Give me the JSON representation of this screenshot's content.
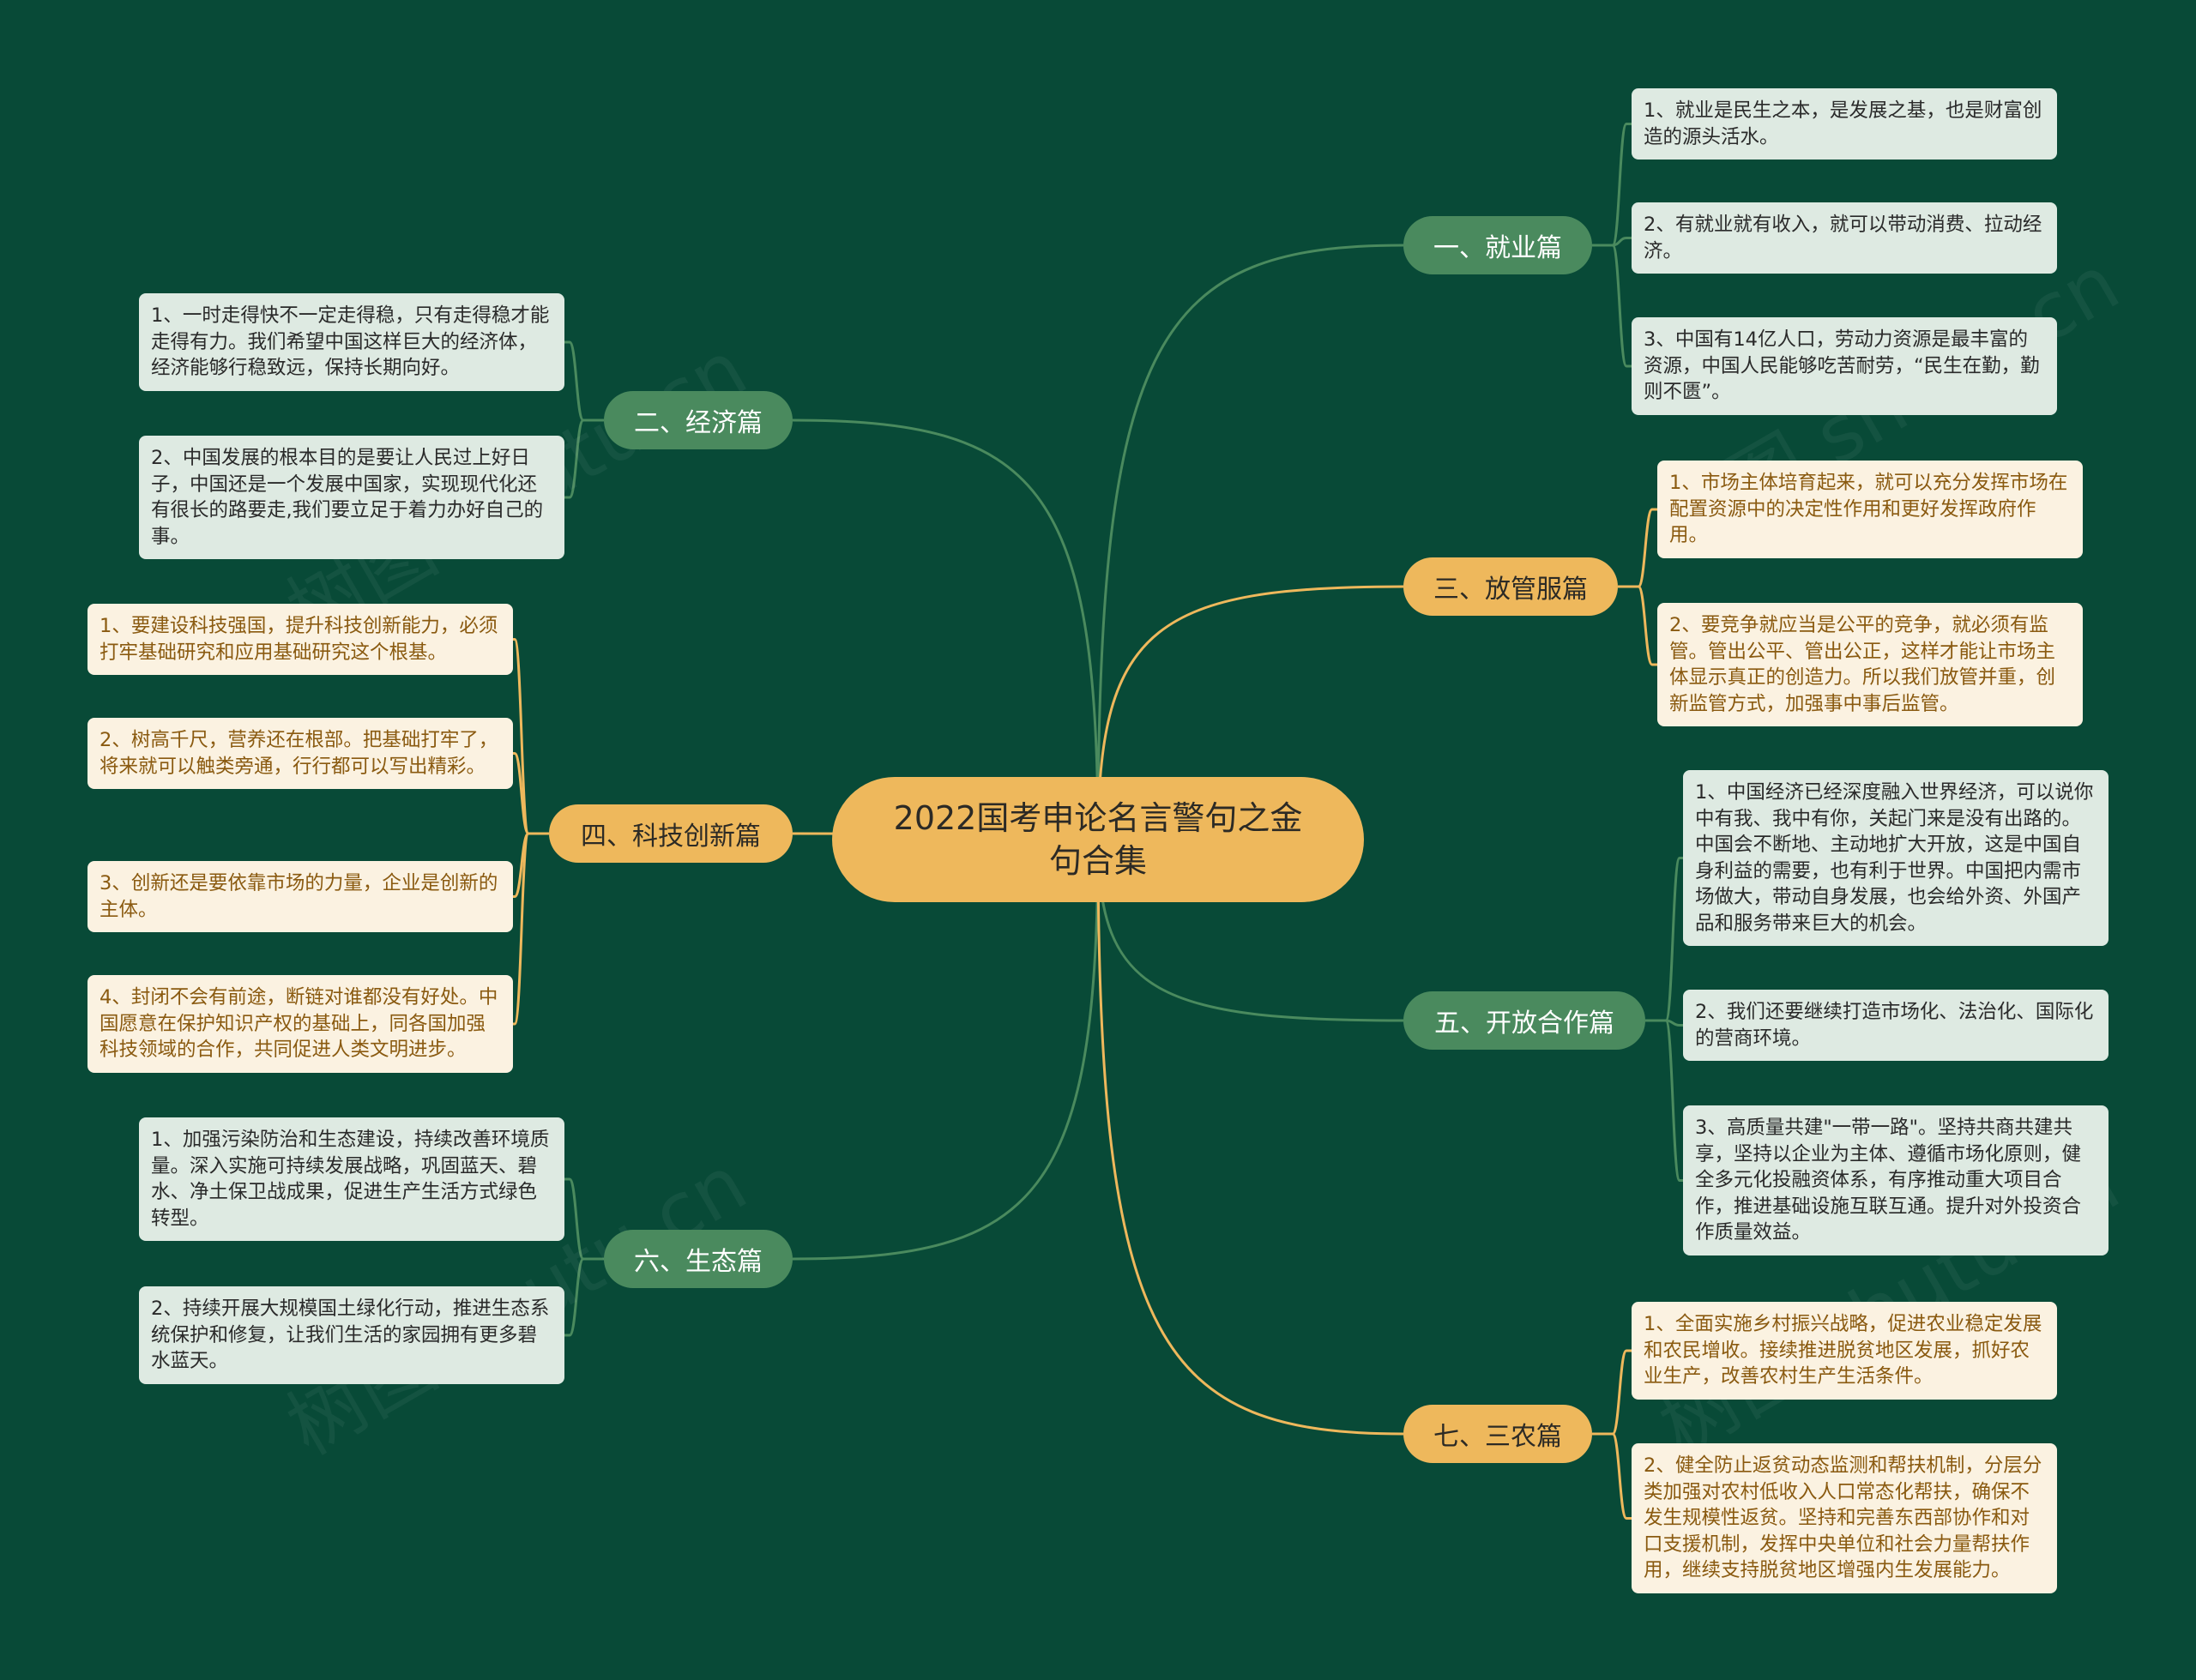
{
  "colors": {
    "background": "#084a37",
    "center": "#eeb85c",
    "branch_green": "#4a8a5e",
    "branch_gold": "#eeb85c",
    "leaf_green": "#deeae2",
    "leaf_gold": "#fbf2e1",
    "edge_green": "#4a8a5e",
    "edge_gold": "#eeb85c"
  },
  "center": {
    "title": "2022国考申论名言警句之金句合集"
  },
  "branches": [
    {
      "label": "一、就业篇",
      "items": [
        "1、就业是民生之本，是发展之基，也是财富创造的源头活水。",
        "2、有就业就有收入，就可以带动消费、拉动经济。",
        "3、中国有14亿人口，劳动力资源是最丰富的资源，中国人民能够吃苦耐劳，“民生在勤，勤则不匮”。"
      ]
    },
    {
      "label": "二、经济篇",
      "items": [
        "1、一时走得快不一定走得稳，只有走得稳才能走得有力。我们希望中国这样巨大的经济体，经济能够行稳致远，保持长期向好。",
        "2、中国发展的根本目的是要让人民过上好日子，中国还是一个发展中国家，实现现代化还有很长的路要走,我们要立足于着力办好自己的事。"
      ]
    },
    {
      "label": "三、放管服篇",
      "items": [
        "1、市场主体培育起来，就可以充分发挥市场在配置资源中的决定性作用和更好发挥政府作用。",
        "2、要竞争就应当是公平的竞争，就必须有监管。管出公平、管出公正，这样才能让市场主体显示真正的创造力。所以我们放管并重，创新监管方式，加强事中事后监管。"
      ]
    },
    {
      "label": "四、科技创新篇",
      "items": [
        "1、要建设科技强国，提升科技创新能力，必须打牢基础研究和应用基础研究这个根基。",
        "2、树高千尺，营养还在根部。把基础打牢了，将来就可以触类旁通，行行都可以写出精彩。",
        "3、创新还是要依靠市场的力量，企业是创新的主体。",
        "4、封闭不会有前途，断链对谁都没有好处。中国愿意在保护知识产权的基础上，同各国加强科技领域的合作，共同促进人类文明进步。"
      ]
    },
    {
      "label": "五、开放合作篇",
      "items": [
        "1、中国经济已经深度融入世界经济，可以说你中有我、我中有你，关起门来是没有出路的。中国会不断地、主动地扩大开放，这是中国自身利益的需要，也有利于世界。中国把内需市场做大，带动自身发展，也会给外资、外国产品和服务带来巨大的机会。",
        "2、我们还要继续打造市场化、法治化、国际化的营商环境。",
        "3、高质量共建\"一带一路\"。坚持共商共建共享，坚持以企业为主体、遵循市场化原则，健全多元化投融资体系，有序推动重大项目合作，推进基础设施互联互通。提升对外投资合作质量效益。"
      ]
    },
    {
      "label": "六、生态篇",
      "items": [
        "1、加强污染防治和生态建设，持续改善环境质量。深入实施可持续发展战略，巩固蓝天、碧水、净土保卫战成果，促进生产生活方式绿色转型。",
        "2、持续开展大规模国土绿化行动，推进生态系统保护和修复，让我们生活的家园拥有更多碧水蓝天。"
      ]
    },
    {
      "label": "七、三农篇",
      "items": [
        "1、全面实施乡村振兴战略，促进农业稳定发展和农民增收。接续推进脱贫地区发展，抓好农业生产，改善农村生产生活条件。",
        "2、健全防止返贫动态监测和帮扶机制，分层分类加强对农村低收入人口常态化帮扶，确保不发生规模性返贫。坚持和完善东西部协作和对口支援机制，发挥中央单位和社会力量帮扶作用，继续支持脱贫地区增强内生发展能力。"
      ]
    }
  ]
}
